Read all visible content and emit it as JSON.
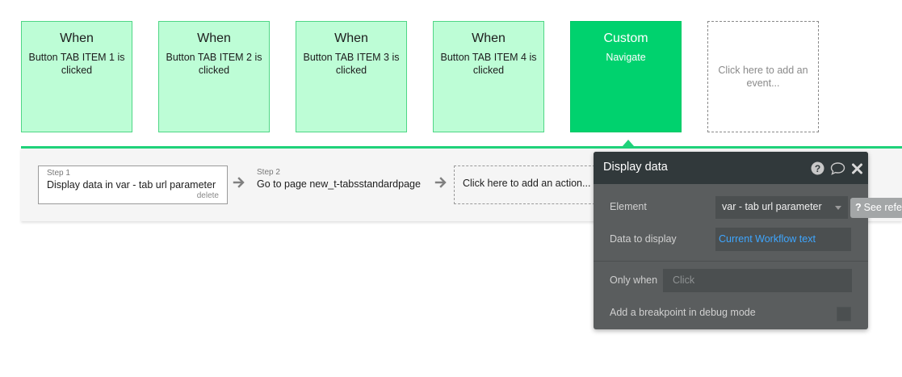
{
  "events": [
    {
      "title": "When",
      "desc": "Button TAB ITEM 1 is clicked"
    },
    {
      "title": "When",
      "desc": "Button TAB ITEM 2 is clicked"
    },
    {
      "title": "When",
      "desc": "Button TAB ITEM 3 is clicked"
    },
    {
      "title": "When",
      "desc": "Button TAB ITEM 4 is clicked"
    },
    {
      "title": "Custom",
      "desc": "Navigate"
    }
  ],
  "add_event_label": "Click here to add an event...",
  "steps": [
    {
      "num": "Step 1",
      "title": "Display data in var - tab url parameter",
      "delete": "delete"
    },
    {
      "num": "Step 2",
      "title": "Go to page new_t-tabsstandardpage"
    }
  ],
  "add_action_label": "Click here to add an action...",
  "panel": {
    "title": "Display data",
    "element_label": "Element",
    "element_value": "var - tab url parameter",
    "data_label": "Data to display",
    "data_value": "Current Workflow text",
    "only_when_label": "Only when",
    "only_when_placeholder": "Click",
    "breakpoint_label": "Add a breakpoint in debug mode"
  },
  "see_reference": {
    "q": "?",
    "label": "See refe"
  },
  "colors": {
    "event_bg": "#bdfdd6",
    "event_selected": "#00d26e",
    "workflow_line": "#1fd27a",
    "panel_bg": "#5a5d5e",
    "panel_header": "#31393b",
    "link_blue": "#3ea6ff"
  },
  "icons": [
    "help-icon",
    "comment-icon",
    "close-icon",
    "arrow-right-icon",
    "dropdown-caret-icon"
  ]
}
